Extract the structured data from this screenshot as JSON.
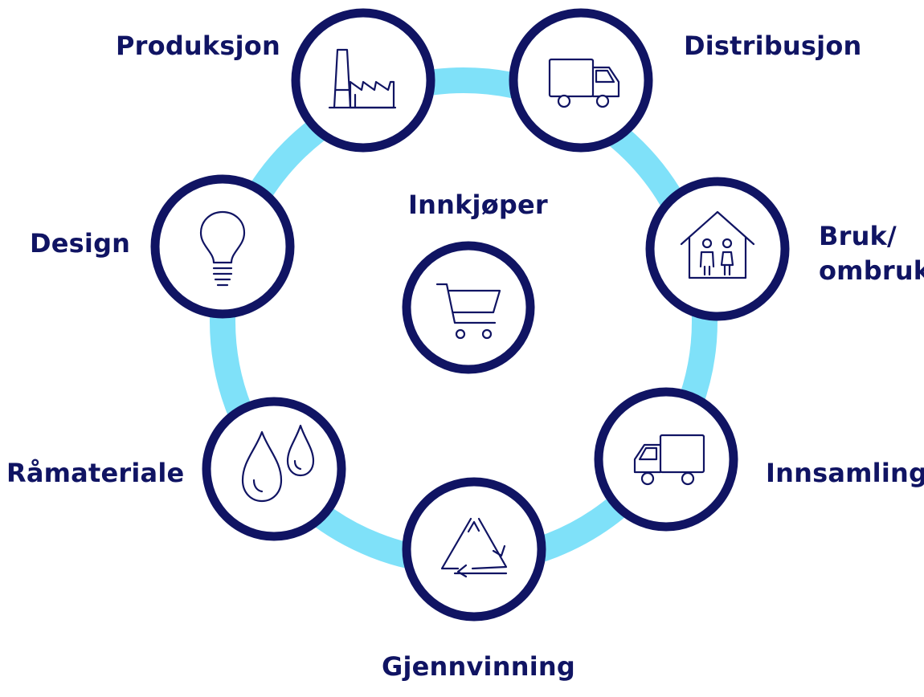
{
  "diagram": {
    "colors": {
      "ring": "#7fe1f9",
      "node_border": "#101463",
      "node_fill": "#ffffff",
      "text": "#101463"
    },
    "center": {
      "label": "Innkjøper",
      "icon": "shopping-cart-icon"
    },
    "stages": [
      {
        "label": "Produksjon",
        "icon": "factory-icon"
      },
      {
        "label": "Distribusjon",
        "icon": "delivery-truck-icon"
      },
      {
        "label_line1": "Bruk/",
        "label_line2": "ombruk",
        "icon": "house-with-people-icon"
      },
      {
        "label": "Innsamling",
        "icon": "collection-truck-icon"
      },
      {
        "label": "Gjennvinning",
        "icon": "recycle-icon"
      },
      {
        "label": "Råmateriale",
        "icon": "droplets-icon"
      },
      {
        "label": "Design",
        "icon": "lightbulb-icon"
      }
    ]
  }
}
